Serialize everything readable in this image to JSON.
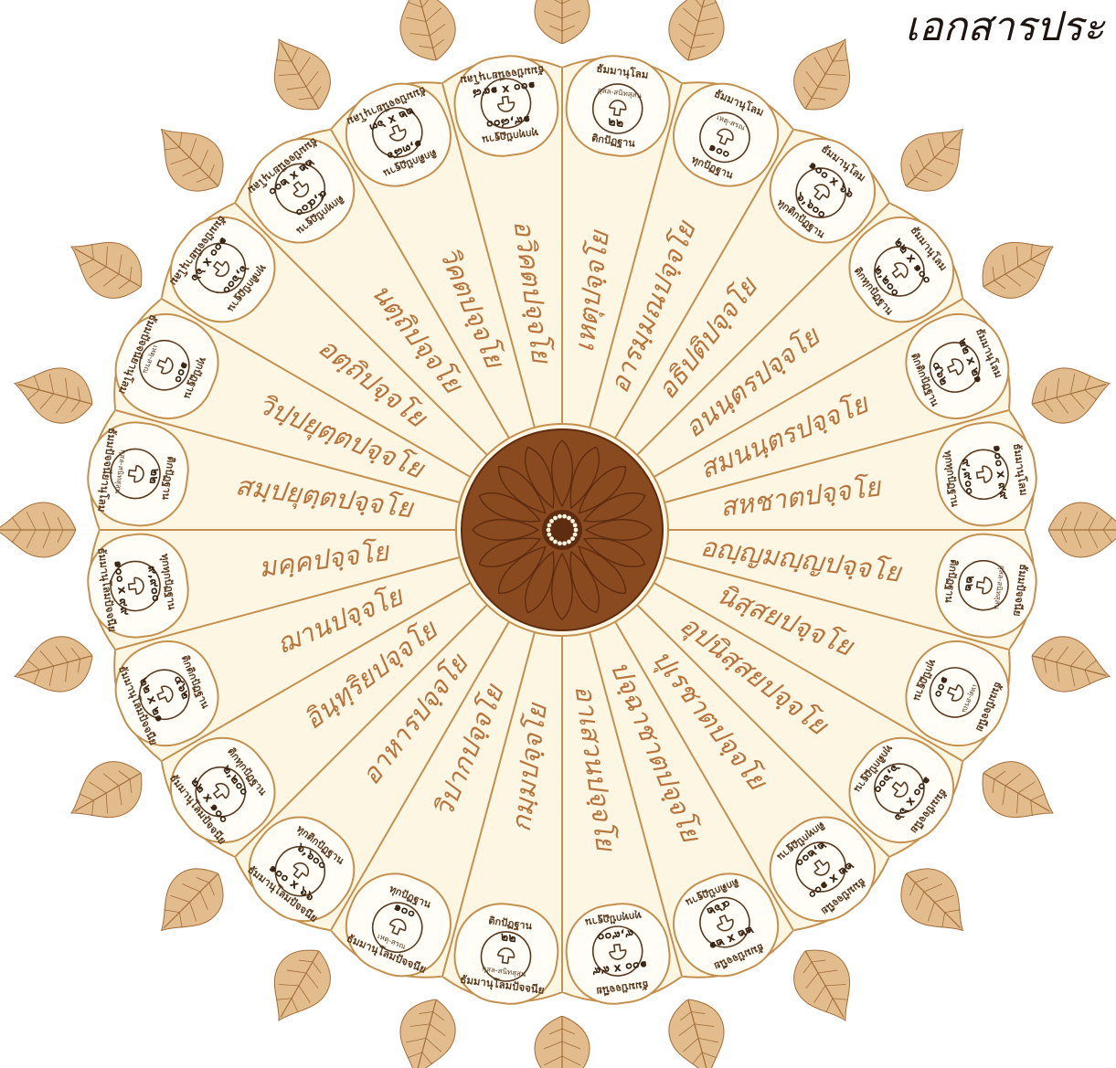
{
  "document": {
    "title": "เอกสารประ"
  },
  "colors": {
    "line": "#c4904f",
    "cream": "#fdf6e2",
    "capsule_fill": "#fffdf6",
    "hub": "#8a4a1f",
    "hub_dark": "#5e2c10",
    "leaf": "#e2bc8c",
    "leaf_vein": "#a26d3a",
    "spoke_text": "#b8743c",
    "ink": "#5a3a1e"
  },
  "conditions": [
    {
      "name": "เหตุปจฺจโย",
      "header": "ธัมมานุโลม",
      "pair": "กุสล-สนิทสุสน",
      "numbers": [
        "๒๒"
      ],
      "footer": "ติกปัฏฐาน"
    },
    {
      "name": "อารมฺมณปจฺจโย",
      "header": "ธัมมานุโลม",
      "pair": "เหตุ-สรณ",
      "numbers": [
        "๑๐๐"
      ],
      "footer": "ทุกปัฏฐาน"
    },
    {
      "name": "อธิปติปจฺจโย",
      "header": "ธัมมานุโลม",
      "pair": "",
      "numbers": [
        "๑๐๐ x ๖๖",
        "๖,๖๐๐"
      ],
      "footer": "ทุกติกปัฏฐาน"
    },
    {
      "name": "อนนฺตรปจฺจโย",
      "header": "ธัมมานุโลม",
      "pair": "",
      "numbers": [
        "๒๒ x ๑๐๐",
        "๒,๒๐๐"
      ],
      "footer": "ติกทุกปัฏฐาน"
    },
    {
      "name": "สมนนฺตรปจฺจโย",
      "header": "ธัมมานุโลม",
      "pair": "",
      "numbers": [
        "๒๒ x ๒๑",
        "๔๖๒"
      ],
      "footer": "ติกติกปัฏฐาน"
    },
    {
      "name": "สหชาตปจฺจโย",
      "header": "ธัมมานุโลม",
      "pair": "",
      "numbers": [
        "๑๐๐ x ๙๙",
        "๙,๙๐๐"
      ],
      "footer": "ทุกทุกปัฏฐาน"
    },
    {
      "name": "อญฺญมญฺญปจฺจโย",
      "header": "ธัมมปัจจนีย",
      "pair": "กุสล-สนิทสุสน",
      "numbers": [
        "๒๒"
      ],
      "footer": "ติกปัฏฐาน"
    },
    {
      "name": "นิสฺสยปจฺจโย",
      "header": "ธัมมปัจจนีย",
      "pair": "เหตุ-สรณ",
      "numbers": [
        "๑๐๐"
      ],
      "footer": "ทุกปัฏฐาน"
    },
    {
      "name": "อุปนิสฺสยปจฺจโย",
      "header": "ธัมมปัจจนีย",
      "pair": "",
      "numbers": [
        "๑๐๐ x ๖๖",
        "๖,๖๐๐"
      ],
      "footer": "ทุกติกปัฏฐาน"
    },
    {
      "name": "ปุเรชาตปจฺจโย",
      "header": "ธัมมปัจจนีย",
      "pair": "",
      "numbers": [
        "๒๒ x ๑๐๐",
        "๒,๒๐๐"
      ],
      "footer": "ติกทุกปัฏฐาน"
    },
    {
      "name": "ปจฺฉาชาตปจฺจโย",
      "header": "ธัมมปัจจนีย",
      "pair": "",
      "numbers": [
        "๒๒ x ๒๑",
        "๔๖๒"
      ],
      "footer": "ติกติกปัฏฐาน"
    },
    {
      "name": "อาเสวนปจฺจโย",
      "header": "ธัมมปัจจนีย",
      "pair": "",
      "numbers": [
        "๑๐๐ x ๙๙",
        "๙,๙๐๐"
      ],
      "footer": "ทุกทุกปัฏฐาน"
    },
    {
      "name": "กมฺมปจฺจโย",
      "header": "ธัมมานุโลมปัจจนีย",
      "pair": "กุสล-สนิทสุสน",
      "numbers": [
        "๒๒"
      ],
      "footer": "ติกปัฏฐาน"
    },
    {
      "name": "วิปากปจฺจโย",
      "header": "ธัมมานุโลมปัจจนีย",
      "pair": "เหตุ-สรณ",
      "numbers": [
        "๑๐๐"
      ],
      "footer": "ทุกปัฏฐาน"
    },
    {
      "name": "อาหารปจฺจโย",
      "header": "ธัมมานุโลมปัจจนีย",
      "pair": "",
      "numbers": [
        "๑๐๐ x ๖๖",
        "๖,๖๐๐"
      ],
      "footer": "ทุกติกปัฏฐาน"
    },
    {
      "name": "อินฺทฺริยปจฺจโย",
      "header": "ธัมมานุโลมปัจจนีย",
      "pair": "",
      "numbers": [
        "๒๒ x ๑๐๐",
        "๒,๒๐๐"
      ],
      "footer": "ติกทุกปัฏฐาน"
    },
    {
      "name": "ฌานปจฺจโย",
      "header": "ธัมมานุโลมปัจจนีย",
      "pair": "",
      "numbers": [
        "๒๒ x ๒๑",
        "๔๖๒"
      ],
      "footer": "ติกติกปัฏฐาน"
    },
    {
      "name": "มคฺคปจฺจโย",
      "header": "ธัมมานุโลมปัจจนีย",
      "pair": "",
      "numbers": [
        "๑๐๐ x ๙๙",
        "๙,๙๐๐"
      ],
      "footer": "ทุกทุกปัฏฐาน"
    },
    {
      "name": "สมฺปยุตฺตปจฺจโย",
      "header": "ธัมมปัจจนียานุโลม",
      "pair": "กุสล-สนิทสุสน",
      "numbers": [
        "๒๒"
      ],
      "footer": "ติกปัฏฐาน"
    },
    {
      "name": "วิปฺปยุตฺตปจฺจโย",
      "header": "ธัมมปัจจนียานุโลม",
      "pair": "เหตุ-สรณ",
      "numbers": [
        "๑๐๐"
      ],
      "footer": "ทุกปัฏฐาน"
    },
    {
      "name": "อตฺถิปจฺจโย",
      "header": "ธัมมปัจจนียานุโลม",
      "pair": "",
      "numbers": [
        "๑๐๐ x ๖๖",
        "๖,๖๐๐"
      ],
      "footer": "ทุกติกปัฏฐาน"
    },
    {
      "name": "นตฺถิปจฺจโย",
      "header": "ธัมมปัจจนียานุโลม",
      "pair": "",
      "numbers": [
        "๒๒ x ๒๐๐",
        "๔,๔๐๐"
      ],
      "footer": "ติกทุกปัฏฐาน"
    },
    {
      "name": "วิคตปจฺจโย",
      "header": "ธัมมปัจจนียานุโลม",
      "pair": "",
      "numbers": [
        "๒๒ x ๖๓",
        "๑,๓๘๖"
      ],
      "footer": "ติกติกปัฏฐาน"
    },
    {
      "name": "อวิคตปจฺจโย",
      "header": "ธัมมปัจจนียานุโลม",
      "pair": "",
      "numbers": [
        "๑๐๐ x ๑๙๘",
        "๑๙,๘๐๐"
      ],
      "footer": "ทุกทุกปัฏฐาน"
    }
  ]
}
